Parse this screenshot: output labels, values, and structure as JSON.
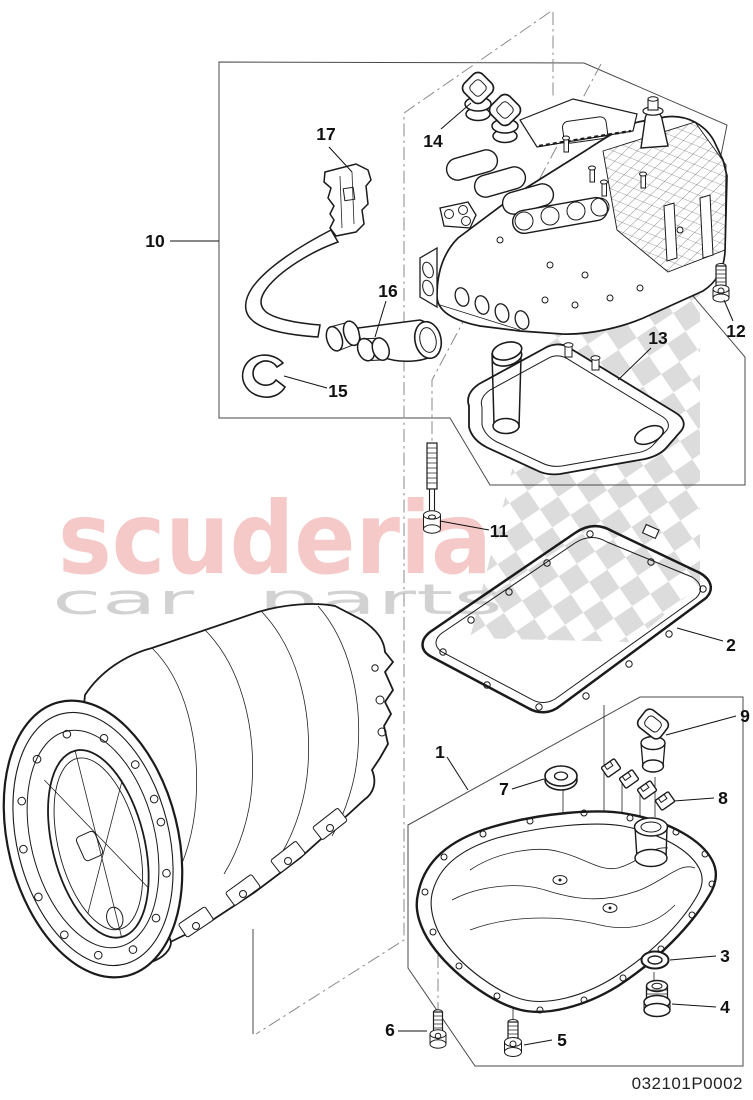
{
  "watermark": {
    "brand": "scuderia",
    "tag_word1": "car",
    "tag_word2": "parts"
  },
  "footer": {
    "part_number": "032101P0002"
  },
  "callouts": {
    "c1": "1",
    "c2": "2",
    "c3": "3",
    "c4": "4",
    "c5": "5",
    "c6": "6",
    "c7": "7",
    "c8": "8",
    "c9": "9",
    "c10": "10",
    "c11": "11",
    "c12": "12",
    "c13": "13",
    "c14": "14",
    "c15": "15",
    "c16": "16",
    "c17": "17"
  }
}
